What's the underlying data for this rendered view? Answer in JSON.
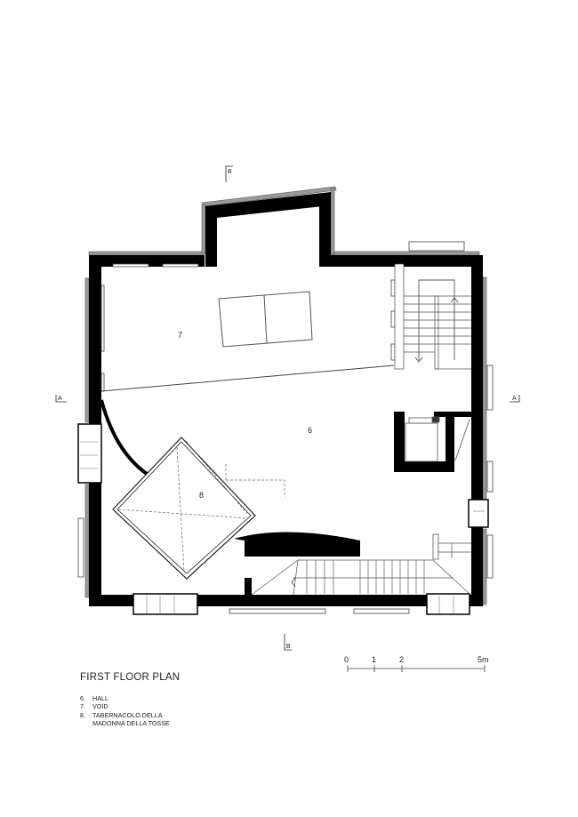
{
  "drawing": {
    "title": "FIRST FLOOR PLAN",
    "legend": [
      {
        "num": "6.",
        "label": "HALL"
      },
      {
        "num": "7.",
        "label": "VOID"
      },
      {
        "num": "8.",
        "label": "TABERNACOLO DELLA"
      },
      {
        "num": "",
        "label": "MADONNA DELLA TOSSE"
      }
    ],
    "rooms": [
      {
        "id": "6",
        "name": "HALL",
        "label": "6"
      },
      {
        "id": "7",
        "name": "VOID",
        "label": "7"
      },
      {
        "id": "8",
        "name": "TABERNACOLO DELLA MADONNA DELLA TOSSE",
        "label": "8"
      }
    ],
    "section_markers": {
      "a_left": "A",
      "a_right": "A",
      "b_top": "B",
      "b_bottom": "B"
    },
    "scale_bar": {
      "ticks": [
        "0",
        "1",
        "2",
        "5m"
      ]
    },
    "colors": {
      "wall": "#000000",
      "cladding": "#9a9a9a",
      "line": "#444444",
      "background": "#ffffff"
    }
  }
}
